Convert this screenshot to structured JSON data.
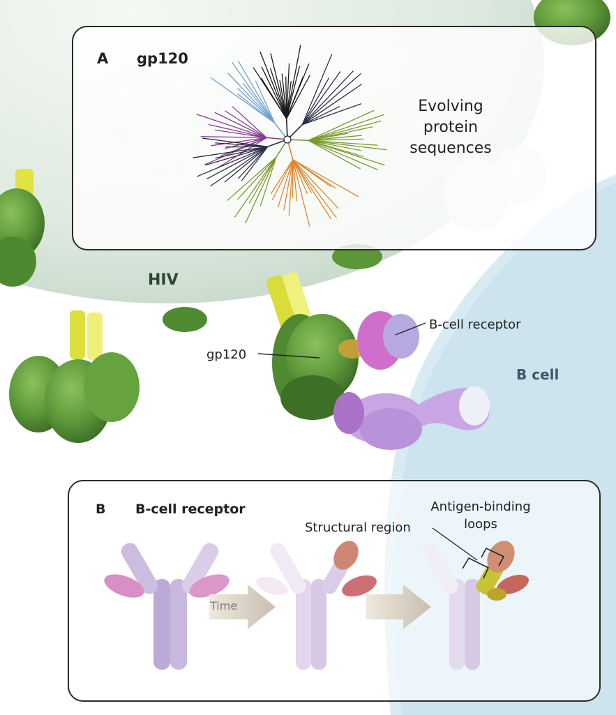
{
  "panel_a": {
    "letter": "A",
    "title": "gp120",
    "caption": "Evolving protein sequences",
    "tree_colors": [
      "#1b1b1b",
      "#6fa3cc",
      "#8a3a93",
      "#7a9a2a",
      "#e0862e",
      "#2d2d4a"
    ]
  },
  "scene": {
    "hiv_label": "HIV",
    "bcell_label": "B cell",
    "gp120_label": "gp120",
    "bcr_label": "B-cell receptor",
    "colors": {
      "gp120": "#5e9a3a",
      "stalk": "#dfe24a",
      "receptor": "#c79be0",
      "receptor_bound": "#cc6fc3",
      "virus": "#dfeee2",
      "bcell": "#d7ebf2"
    }
  },
  "panel_b": {
    "letter": "B",
    "title": "B-cell receptor",
    "structural_label": "Structural region",
    "antigen_label": "Antigen-binding loops",
    "time_label": "Time",
    "colors": {
      "receptor_start": "#b7a3d3",
      "loop_start": "#d586c1",
      "loop_evolved": "#c76a54",
      "structural_evolved": "#c7c129"
    }
  }
}
